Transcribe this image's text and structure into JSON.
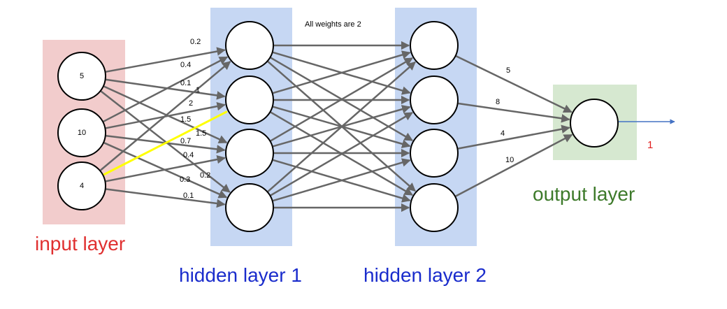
{
  "colors": {
    "input_band": "#f2cccc",
    "hidden_band": "#c6d7f3",
    "output_band": "#d6e8d0",
    "edge": "#666666",
    "highlight_edge": "#ffff00",
    "input_label": "#e03030",
    "hidden_label": "#1a2ccc",
    "output_label": "#3d7a2a",
    "output_value": "#e02020",
    "output_arrow": "#4472c4"
  },
  "note": "All weights are 2",
  "layers": {
    "input": {
      "label": "input layer",
      "nodes": [
        "5",
        "10",
        "4"
      ]
    },
    "hidden1": {
      "label": "hidden layer 1",
      "nodes": [
        "",
        "",
        "",
        ""
      ]
    },
    "hidden2": {
      "label": "hidden layer 2",
      "nodes": [
        "",
        "",
        "",
        ""
      ]
    },
    "output": {
      "label": "output layer",
      "nodes": [
        ""
      ],
      "value": "1"
    }
  },
  "weights_input_hidden1": [
    "0.2",
    "0.4",
    "0.1",
    "1",
    "2",
    "1.5",
    "1.5",
    "0.7",
    "0.4",
    "0.3",
    "0.2",
    "0.1"
  ],
  "weights_hidden2_output": [
    "5",
    "8",
    "4",
    "10"
  ],
  "highlighted_edge": {
    "from": "input-node-3",
    "to": "hidden1-node-2"
  }
}
